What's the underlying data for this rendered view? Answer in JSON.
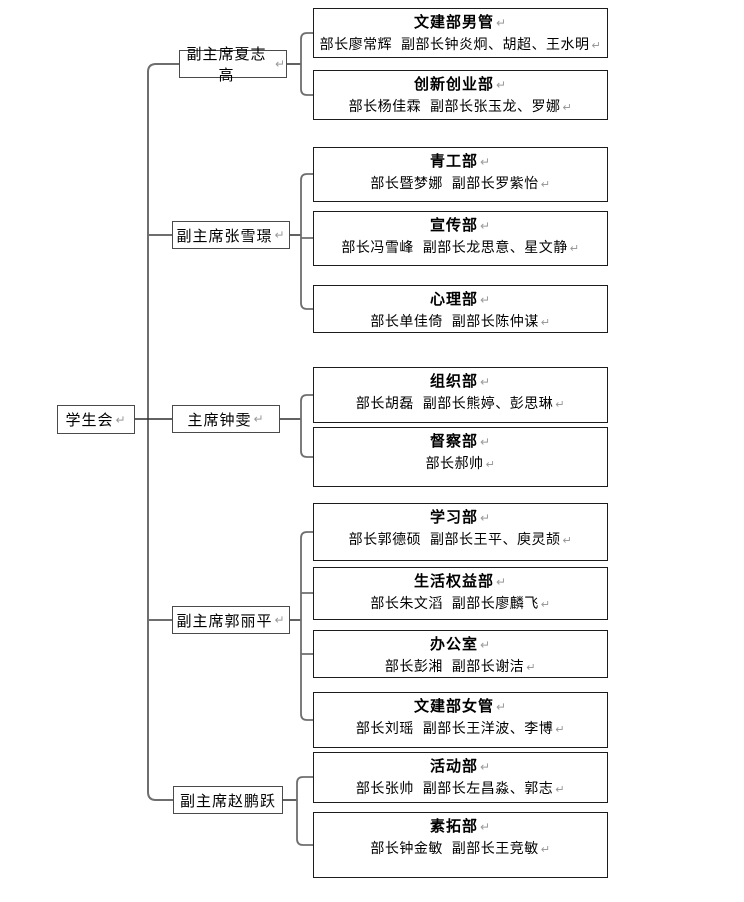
{
  "glyphs": {
    "return_mark": "↵"
  },
  "colors": {
    "background": "#ffffff",
    "line_gray": "#6e6e6e",
    "line_dark": "#2f2f2f",
    "dept_border": "#1c1c1c",
    "node_border": "#4a4a4a",
    "text": "#000000",
    "return_mark": "#9a9a9a"
  },
  "root": {
    "label": "学生会"
  },
  "groups": [
    {
      "leader": "副主席夏志高",
      "departments": [
        {
          "name": "文建部男管",
          "members": "部长廖常辉  副部长钟炎炯、胡超、王水明"
        },
        {
          "name": "创新创业部",
          "members": "部长杨佳霖  副部长张玉龙、罗娜"
        }
      ]
    },
    {
      "leader": "副主席张雪璟",
      "departments": [
        {
          "name": "青工部",
          "members": "部长暨梦娜  副部长罗紫怡"
        },
        {
          "name": "宣传部",
          "members": "部长冯雪峰  副部长龙思意、星文静"
        },
        {
          "name": "心理部",
          "members": "部长单佳倚  副部长陈仲谋"
        }
      ]
    },
    {
      "leader": "主席钟雯",
      "departments": [
        {
          "name": "组织部",
          "members": "部长胡磊  副部长熊婷、彭思琳"
        },
        {
          "name": "督察部",
          "members": "部长郝帅"
        }
      ]
    },
    {
      "leader": "副主席郭丽平",
      "departments": [
        {
          "name": "学习部",
          "members": "部长郭德硕  副部长王平、庾灵颉"
        },
        {
          "name": "生活权益部",
          "members": "部长朱文滔  副部长廖麟飞"
        },
        {
          "name": "办公室",
          "members": "部长彭湘  副部长谢洁"
        },
        {
          "name": "文建部女管",
          "members": "部长刘瑶  副部长王洋波、李博"
        }
      ]
    },
    {
      "leader": "副主席赵鹏跃",
      "departments": [
        {
          "name": "活动部",
          "members": "部长张帅  副部长左昌淼、郭志"
        },
        {
          "name": "素拓部",
          "members": "部长钟金敏  副部长王竞敏"
        }
      ]
    }
  ]
}
